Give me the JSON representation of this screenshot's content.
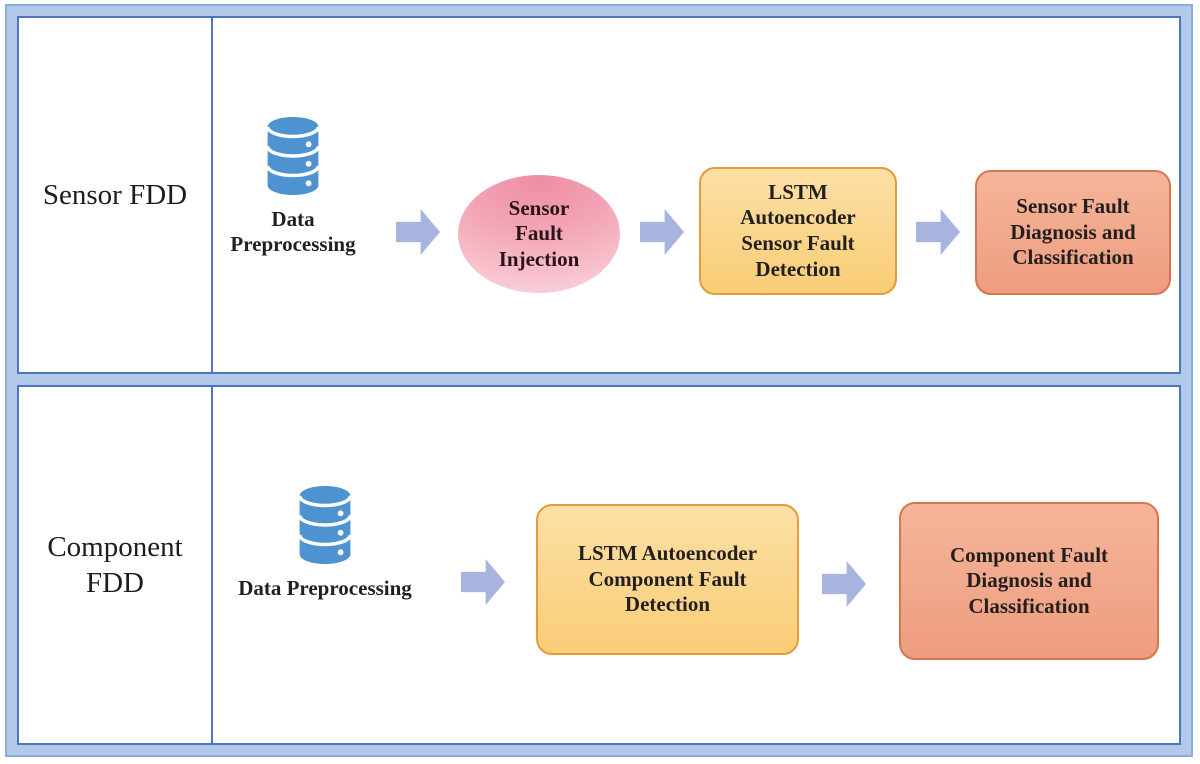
{
  "figure": {
    "rows": [
      {
        "label": "Sensor FDD",
        "preprocessing": [
          "Data",
          "Preprocessing"
        ],
        "fault_injection": [
          "Sensor",
          "Fault",
          "Injection"
        ],
        "detection": [
          "LSTM",
          "Autoencoder",
          "Sensor Fault",
          "Detection"
        ],
        "diagnosis": [
          "Sensor Fault",
          "Diagnosis and",
          "Classification"
        ]
      },
      {
        "label": "Component FDD",
        "preprocessing": [
          "Data Preprocessing"
        ],
        "detection": [
          "LSTM Autoencoder",
          "Component Fault",
          "Detection"
        ],
        "diagnosis": [
          "Component Fault",
          "Diagnosis and",
          "Classification"
        ]
      }
    ],
    "icons": {
      "database": "database-icon",
      "arrow": "flow-arrow-right-icon"
    },
    "colors": {
      "frame_band": "#b2c9e9",
      "frame_edge": "#8aadde",
      "panel_line": "#4d76c0",
      "arrow": "#a7b4de",
      "ellipse_top": "#ee8da4",
      "ellipse_bottom": "#f9ccd5",
      "yellow_top": "#fce0a6",
      "yellow_bottom": "#f9cd76",
      "yellow_border": "#e49b3c",
      "orange_top": "#f5b59a",
      "orange_bottom": "#ee9d7f",
      "orange_border": "#d4764f",
      "db_blue": "#4e92d2"
    }
  }
}
